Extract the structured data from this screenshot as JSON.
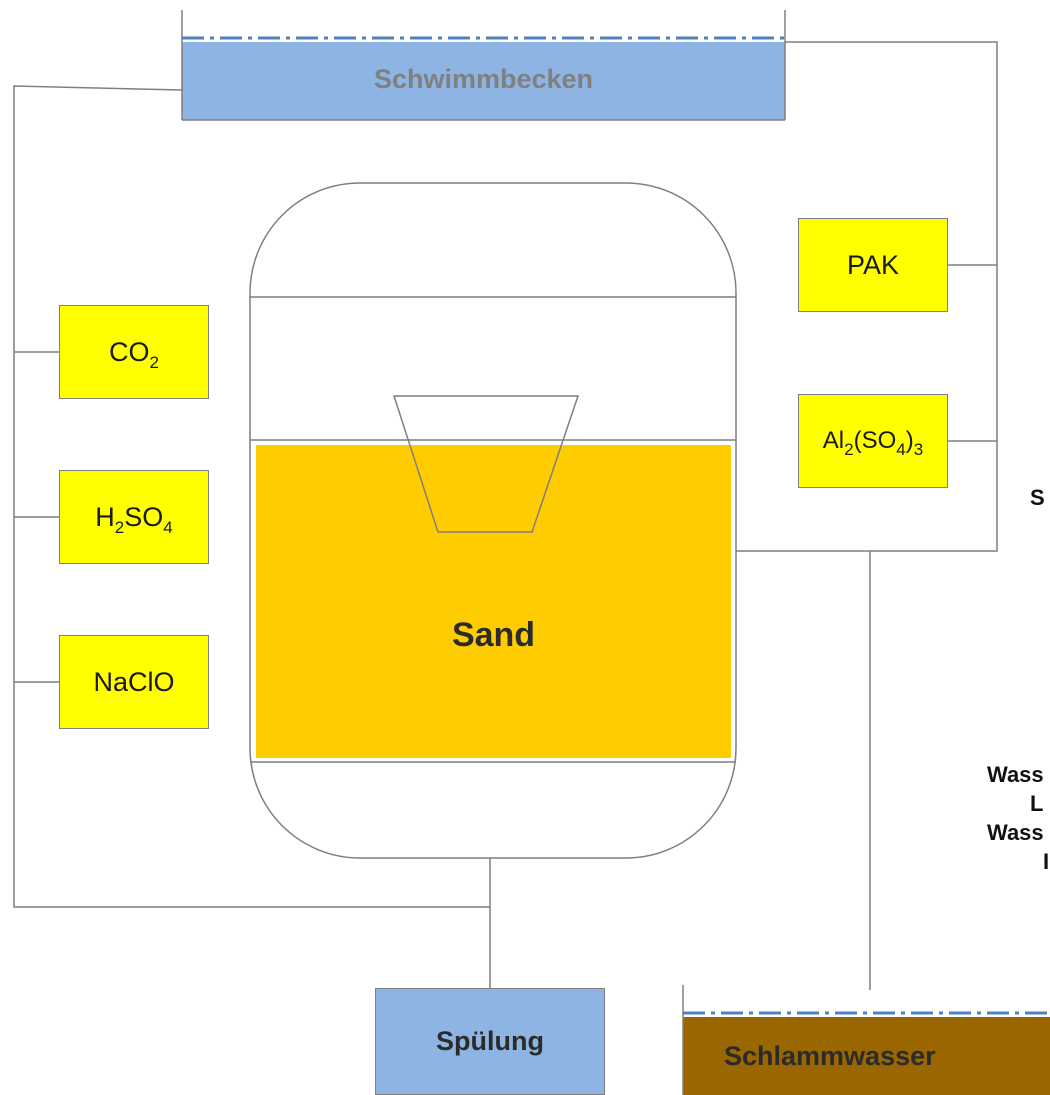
{
  "pool": {
    "label": "Schwimmbecken"
  },
  "filter": {
    "sand_label": "Sand"
  },
  "chemicals_left": [
    {
      "symbol": "CO",
      "sub": "2"
    },
    {
      "symbol_a": "H",
      "sub_a": "2",
      "symbol_b": "SO",
      "sub_b": "4"
    },
    {
      "symbol": "NaClO"
    }
  ],
  "chemicals_right": {
    "pak": "PAK",
    "alum": {
      "a": "Al",
      "sub_a": "2",
      "b": "(SO",
      "sub_b": "4",
      "c": ")",
      "sub_c": "3"
    }
  },
  "rinse": {
    "label": "Spülung"
  },
  "sludge": {
    "label": "Schlammwasser"
  },
  "cut_off_text": [
    "S",
    "Wass",
    "L",
    "Wass",
    "I"
  ],
  "colors": {
    "water_blue": "#8db4e2",
    "dash_blue": "#4f81bd",
    "chemical_yellow": "#ffff00",
    "sand_gold": "#ffcc00",
    "sludge_brown": "#996600",
    "line_gray": "#7f7f7f"
  }
}
